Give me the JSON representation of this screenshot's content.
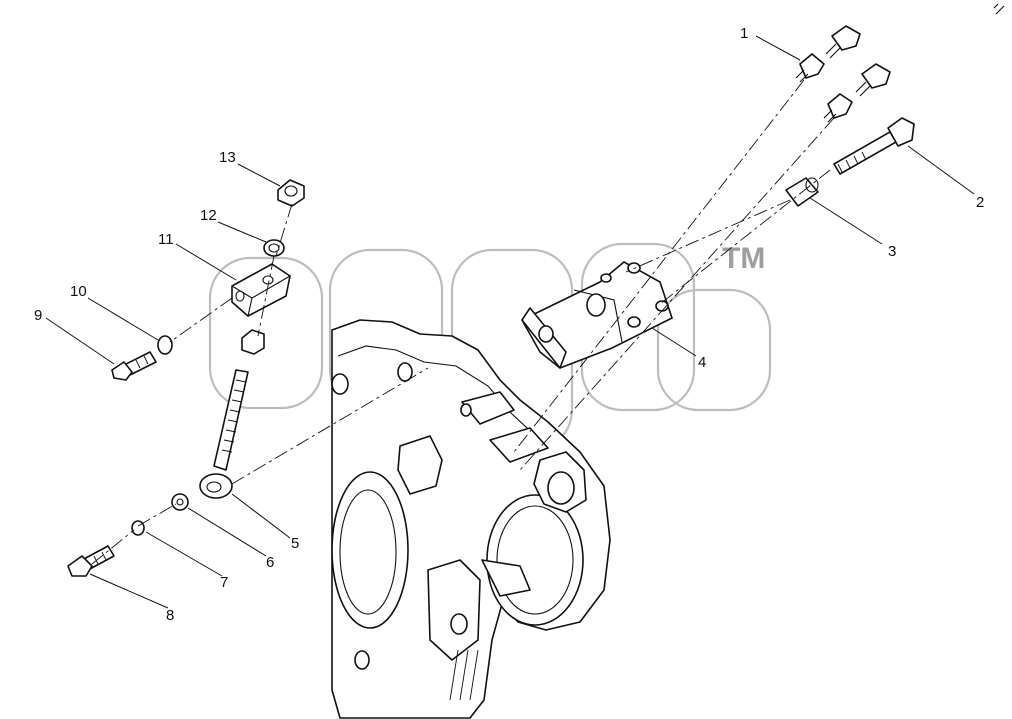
{
  "callouts": [
    {
      "id": "1",
      "label": "1"
    },
    {
      "id": "2",
      "label": "2"
    },
    {
      "id": "3",
      "label": "3"
    },
    {
      "id": "4",
      "label": "4"
    },
    {
      "id": "5",
      "label": "5"
    },
    {
      "id": "6",
      "label": "6"
    },
    {
      "id": "7",
      "label": "7"
    },
    {
      "id": "8",
      "label": "8"
    },
    {
      "id": "9",
      "label": "9"
    },
    {
      "id": "10",
      "label": "10"
    },
    {
      "id": "11",
      "label": "11"
    },
    {
      "id": "12",
      "label": "12"
    },
    {
      "id": "13",
      "label": "13"
    }
  ],
  "watermark": {
    "mark": "TM"
  },
  "colors": {
    "line": "#111111",
    "watermark": "#bdbdbd",
    "background": "#ffffff"
  }
}
